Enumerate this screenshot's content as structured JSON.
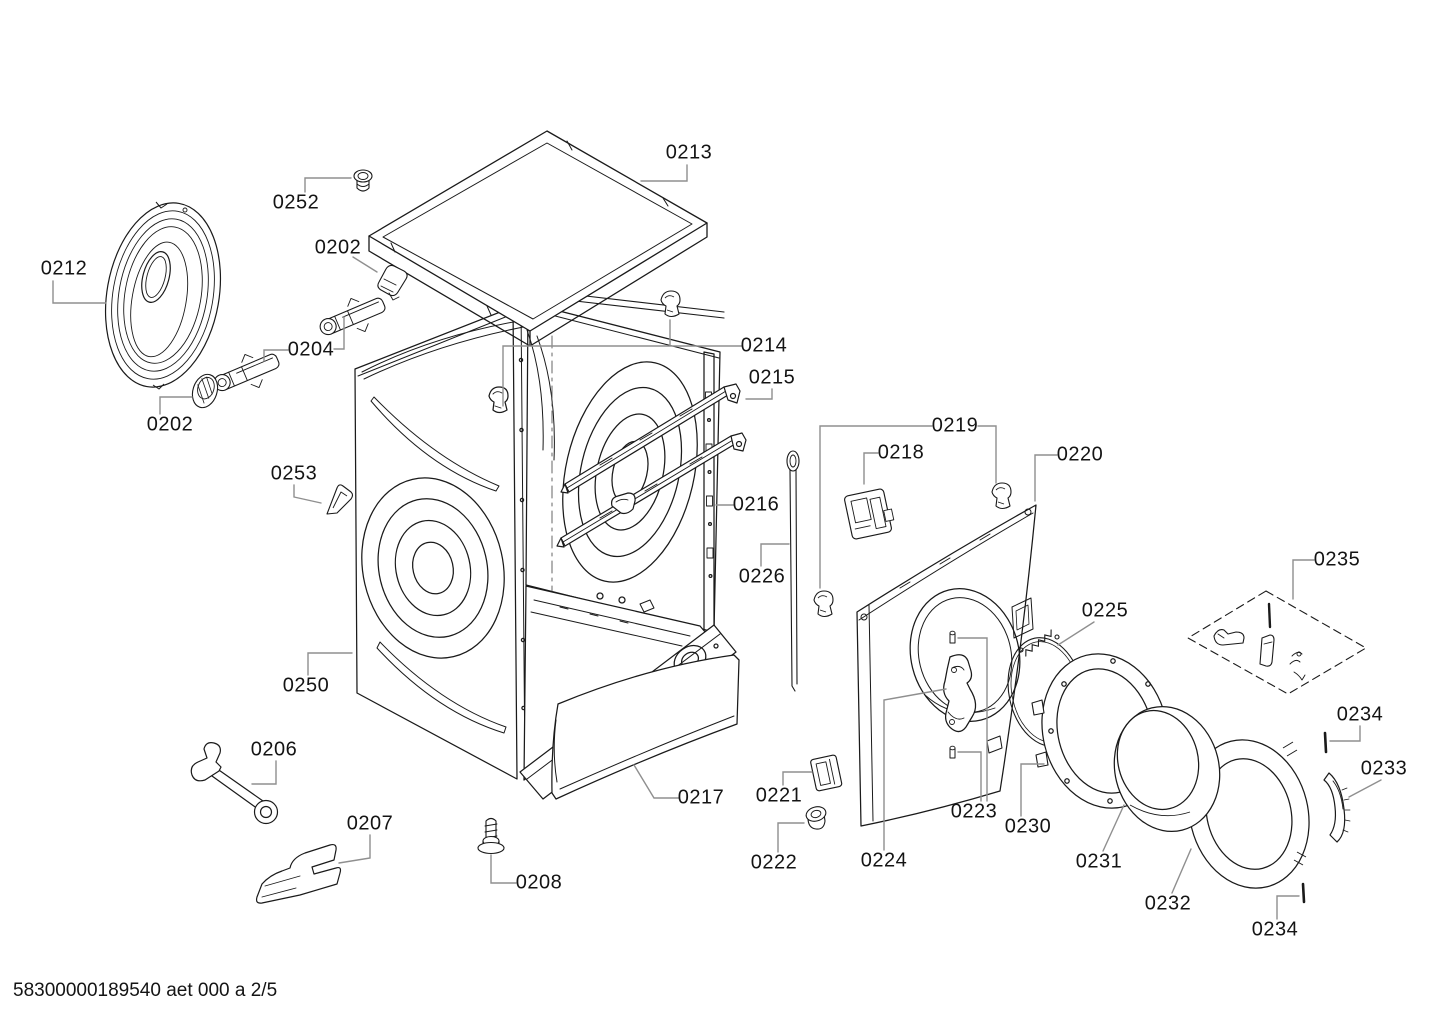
{
  "document": {
    "kind": "exploded-parts-diagram",
    "subject": "washing machine cabinet and door assembly",
    "page_of": "2/5"
  },
  "colors": {
    "background": "#ffffff",
    "part_line": "#1a1a1a",
    "leader_line": "#8f8f8f",
    "label_text": "#141414"
  },
  "footer": {
    "text": "58300000189540 aet 000 a 2/5"
  },
  "labels": [
    {
      "text": "0213"
    },
    {
      "text": "0252"
    },
    {
      "text": "0202"
    },
    {
      "text": "0212"
    },
    {
      "text": "0204"
    },
    {
      "text": "0202"
    },
    {
      "text": "0253"
    },
    {
      "text": "0250"
    },
    {
      "text": "0206"
    },
    {
      "text": "0207"
    },
    {
      "text": "0208"
    },
    {
      "text": "0217"
    },
    {
      "text": "0214"
    },
    {
      "text": "0215"
    },
    {
      "text": "0216"
    },
    {
      "text": "0226"
    },
    {
      "text": "0219"
    },
    {
      "text": "0218"
    },
    {
      "text": "0220"
    },
    {
      "text": "0225"
    },
    {
      "text": "0235"
    },
    {
      "text": "0234"
    },
    {
      "text": "0233"
    },
    {
      "text": "0221"
    },
    {
      "text": "0222"
    },
    {
      "text": "0223"
    },
    {
      "text": "0224"
    },
    {
      "text": "0230"
    },
    {
      "text": "0231"
    },
    {
      "text": "0232"
    },
    {
      "text": "0234"
    }
  ]
}
